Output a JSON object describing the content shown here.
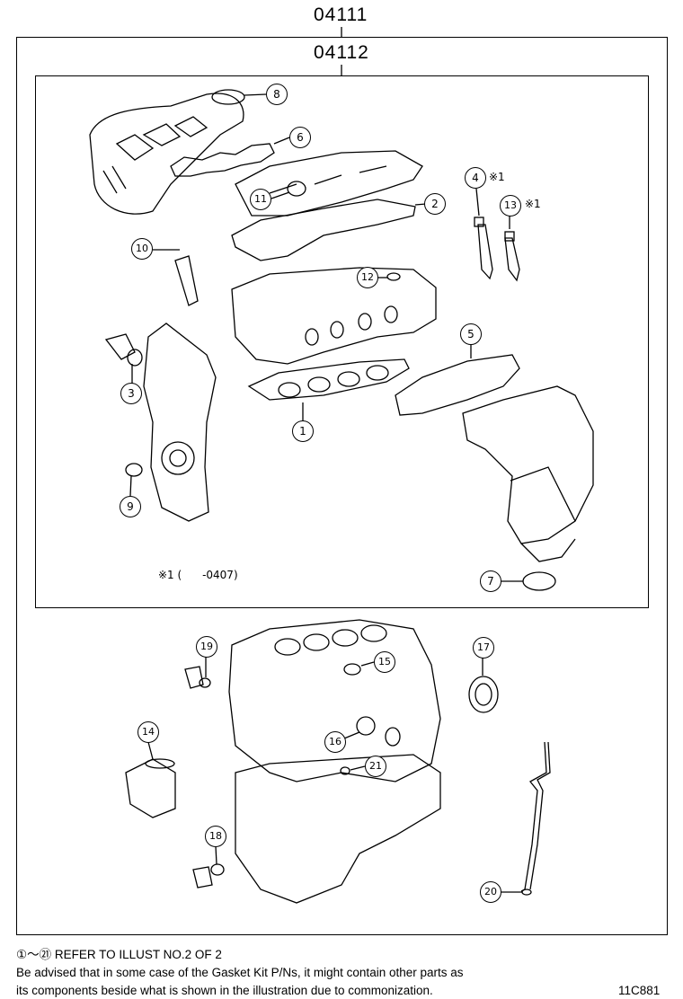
{
  "header": {
    "kit_outer": "04111",
    "kit_inner": "04112"
  },
  "callouts": {
    "c1": "1",
    "c2": "2",
    "c3": "3",
    "c4": "4",
    "c5": "5",
    "c6": "6",
    "c7": "7",
    "c8": "8",
    "c9": "9",
    "c10": "10",
    "c11": "11",
    "c12": "12",
    "c13": "13",
    "c14": "14",
    "c15": "15",
    "c16": "16",
    "c17": "17",
    "c18": "18",
    "c19": "19",
    "c20": "20",
    "c21": "21"
  },
  "marks": {
    "m4": "※1",
    "m13": "※1",
    "note1": "※1 (      -0407)"
  },
  "footer": {
    "refer_note": "①～㉑ REFER TO ILLUST NO.2 OF 2",
    "advisory_line1": "Be advised that in some case of the Gasket Kit P/Ns,  it might contain other parts as",
    "advisory_line2": "its components beside what is shown in the illustration due to commonization.",
    "illustration_code": "11C881"
  }
}
